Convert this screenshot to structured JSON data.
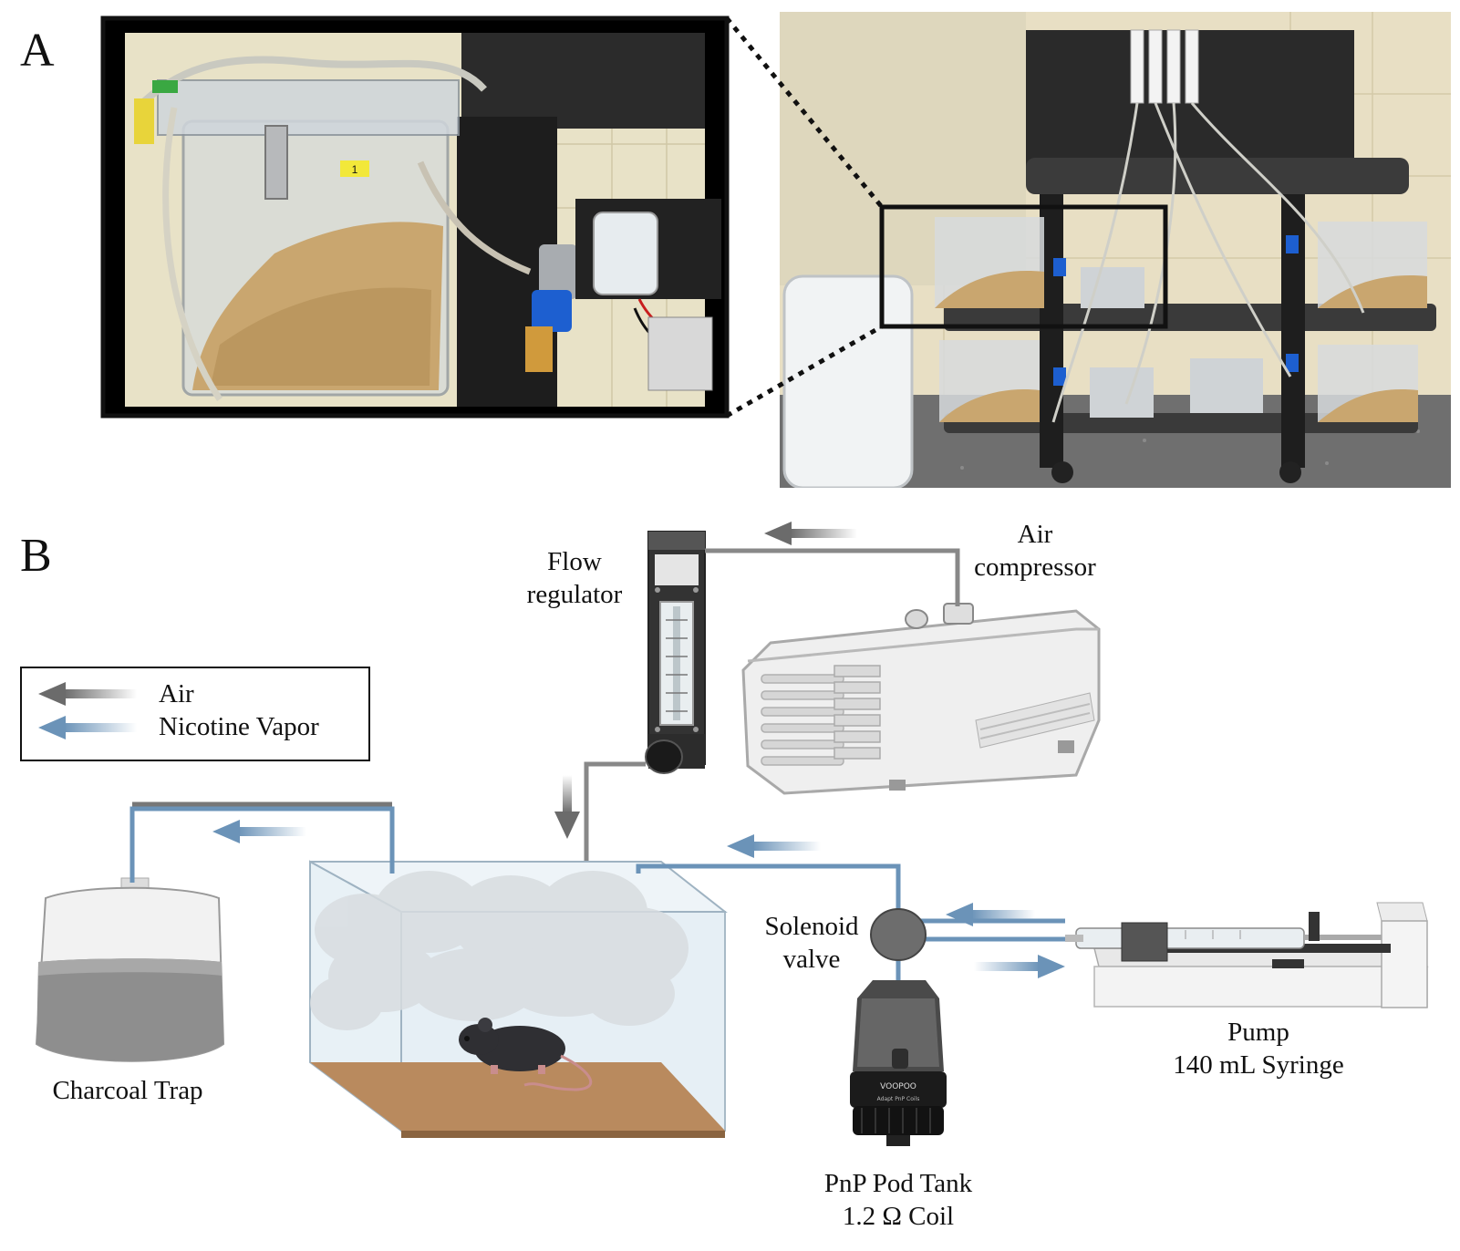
{
  "panels": {
    "a": "A",
    "b": "B"
  },
  "labels": {
    "flow_regulator": [
      "Flow",
      "regulator"
    ],
    "air_compressor": [
      "Air",
      "compressor"
    ],
    "solenoid_valve": [
      "Solenoid",
      "valve"
    ],
    "charcoal_trap": "Charcoal Trap",
    "pump": [
      "Pump",
      "140 mL Syringe"
    ],
    "pod_tank": [
      "PnP Pod Tank",
      "1.2 Ω Coil"
    ]
  },
  "inset_tag": "1",
  "pod_brand": "VOOPOO",
  "pod_sub": "Adapt PnP Coils",
  "legend": [
    {
      "label": "Air",
      "color": "#6b6b6b"
    },
    {
      "label": "Nicotine Vapor",
      "color": "#6b93b8"
    }
  ],
  "colors": {
    "air": "#7a7a7a",
    "vapor": "#6b93b8",
    "bedding": "#b9885c"
  }
}
